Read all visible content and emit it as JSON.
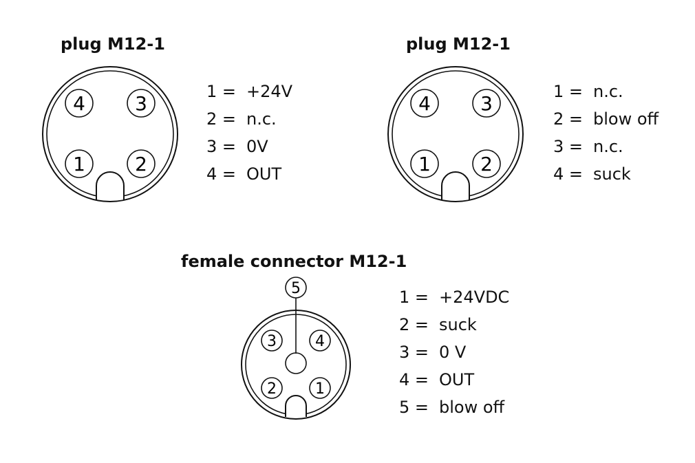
{
  "diagrams": [
    {
      "title": "plug M12-1",
      "pins": [
        "1",
        "2",
        "3",
        "4"
      ],
      "assignments": [
        {
          "pin": "1 =",
          "value": "+24V"
        },
        {
          "pin": "2 =",
          "value": "n.c."
        },
        {
          "pin": "3 =",
          "value": "0V"
        },
        {
          "pin": "4 =",
          "value": "OUT"
        }
      ]
    },
    {
      "title": "plug M12-1",
      "pins": [
        "1",
        "2",
        "3",
        "4"
      ],
      "assignments": [
        {
          "pin": "1 =",
          "value": "n.c."
        },
        {
          "pin": "2 =",
          "value": "blow off"
        },
        {
          "pin": "3 =",
          "value": "n.c."
        },
        {
          "pin": "4 =",
          "value": "suck"
        }
      ]
    },
    {
      "title": "female connector M12-1",
      "pins": [
        "1",
        "2",
        "3",
        "4",
        "5"
      ],
      "assignments": [
        {
          "pin": "1 =",
          "value": "+24VDC"
        },
        {
          "pin": "2 =",
          "value": "suck"
        },
        {
          "pin": "3 =",
          "value": "0 V"
        },
        {
          "pin": "4 =",
          "value": "OUT"
        },
        {
          "pin": "5 =",
          "value": "blow off"
        }
      ]
    }
  ]
}
